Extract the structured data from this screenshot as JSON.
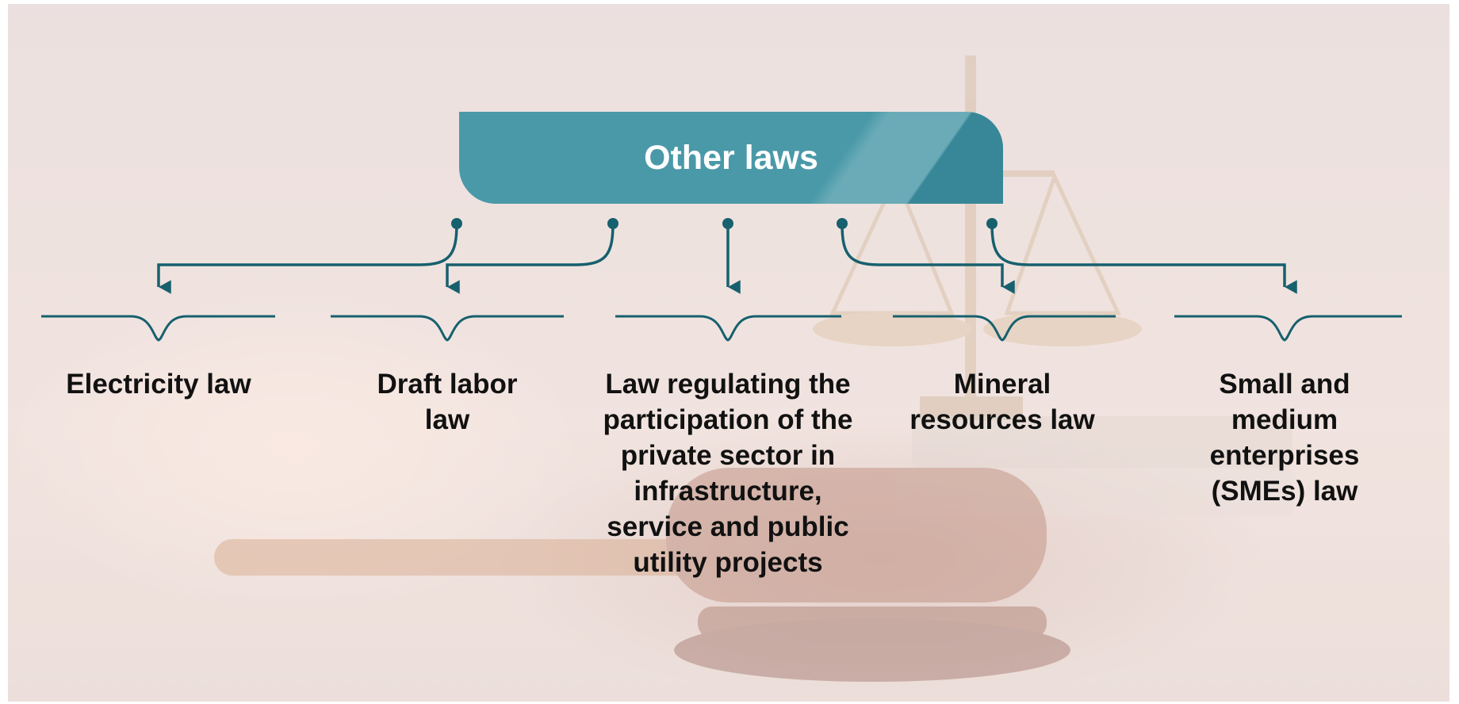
{
  "header": {
    "title": "Other laws"
  },
  "items": [
    {
      "label": "Electricity law"
    },
    {
      "label": "Draft labor law"
    },
    {
      "label": "Law regulating the participation of the private sector in infrastructure, service and public utility projects"
    },
    {
      "label": "Mineral resources law"
    },
    {
      "label": "Small and medium enterprises (SMEs) law"
    }
  ],
  "colors": {
    "accent": "#4a99a8",
    "connector": "#17606e",
    "text": "#111111"
  },
  "icons": [
    "scales-of-justice-icon",
    "gavel-icon"
  ]
}
